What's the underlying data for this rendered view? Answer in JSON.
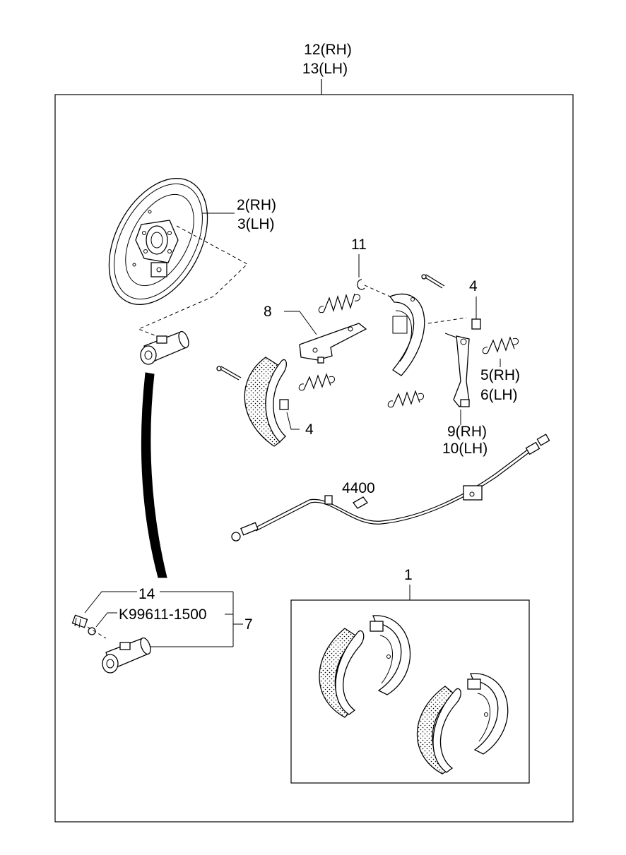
{
  "labels": {
    "assembly_rh": "12(RH)",
    "assembly_lh": "13(LH)",
    "backing_plate_rh": "2(RH)",
    "backing_plate_lh": "3(LH)",
    "pin_clip": "11",
    "hold_down_cup_upper": "4",
    "adjuster_lever": "8",
    "spring_rh": "5(RH)",
    "spring_lh": "6(LH)",
    "hold_down_cup_lower": "4",
    "parking_lever_rh": "9(RH)",
    "parking_lever_lh": "10(LH)",
    "cable_clip": "4400",
    "shoe_kit": "1",
    "bleeder_screw": "14",
    "bleeder_cap": "K99611-1500",
    "wheel_cylinder": "7"
  }
}
